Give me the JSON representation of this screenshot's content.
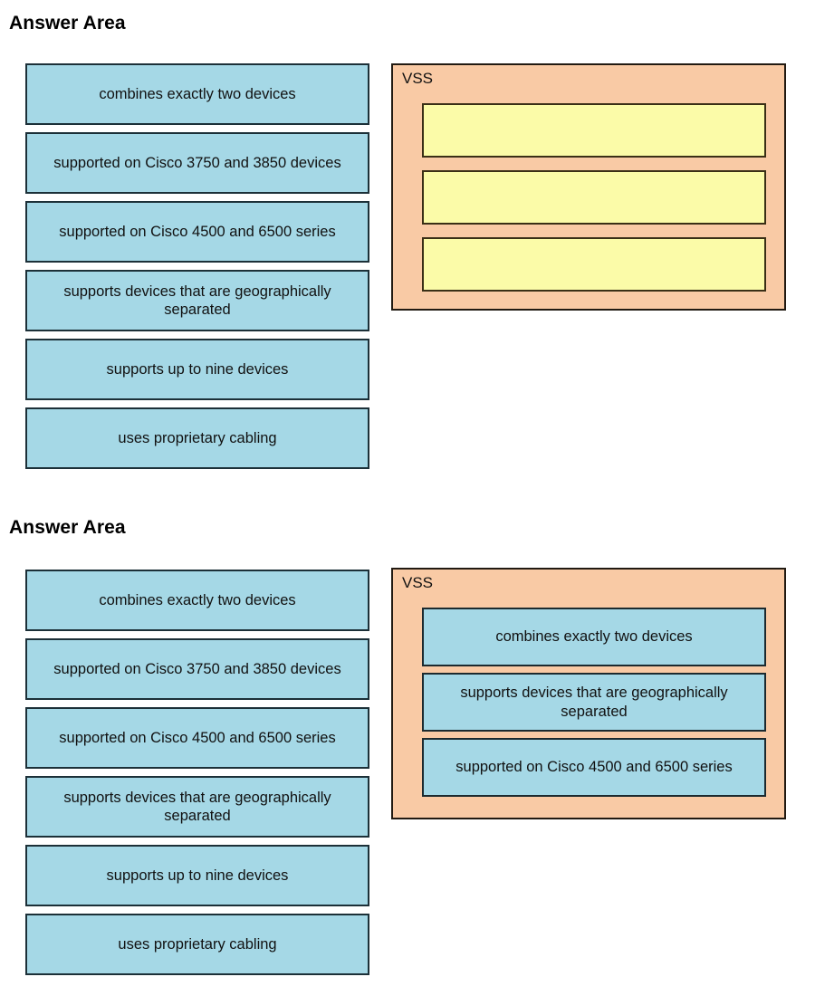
{
  "sections": [
    {
      "heading": "Answer Area",
      "source_options": [
        "combines exactly two devices",
        "supported on Cisco 3750 and 3850 devices",
        "supported on Cisco 4500 and 6500 series",
        "supports devices that are geographically separated",
        "supports up to nine devices",
        "uses proprietary cabling"
      ],
      "target": {
        "label": "VSS",
        "slots": [
          "",
          "",
          ""
        ],
        "filled": false
      }
    },
    {
      "heading": "Answer Area",
      "source_options": [
        "combines exactly two devices",
        "supported on Cisco 3750 and 3850 devices",
        "supported on Cisco 4500 and 6500 series",
        "supports devices that are geographically separated",
        "supports up to nine devices",
        "uses proprietary cabling"
      ],
      "target": {
        "label": "VSS",
        "slots": [
          "combines exactly two devices",
          "supports devices that are geographically separated",
          "supported on Cisco 4500 and 6500 series"
        ],
        "filled": true
      }
    }
  ],
  "colors": {
    "option_fill": "#a5d8e6",
    "option_border": "#1c3038",
    "target_fill": "#f9caa5",
    "target_border": "#221a12",
    "slot_fill": "#fbfba8",
    "slot_border": "#3a2f16",
    "page_background": "#ffffff",
    "text": "#111111"
  }
}
